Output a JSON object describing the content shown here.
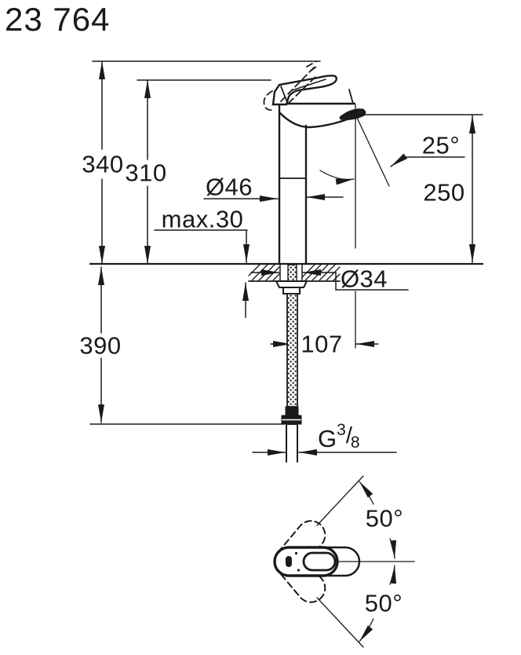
{
  "title": "23 764",
  "colors": {
    "ink": "#1a1a1a",
    "background": "#ffffff"
  },
  "drawing_type": "faucet technical dimension drawing",
  "labels": {
    "product_number": "23 764",
    "total_height": "340",
    "body_height": "310",
    "spout_clearance": "250",
    "body_diameter": "Ø46",
    "deck_thickness": "max.30",
    "spout_angle": "25°",
    "hole_diameter": "Ø34",
    "spout_reach": "107",
    "hose_length": "390",
    "thread": {
      "prefix": "G",
      "numerator": "3",
      "slash": "/",
      "denominator": "8"
    },
    "swivel_upper": "50°",
    "swivel_lower": "50°"
  }
}
